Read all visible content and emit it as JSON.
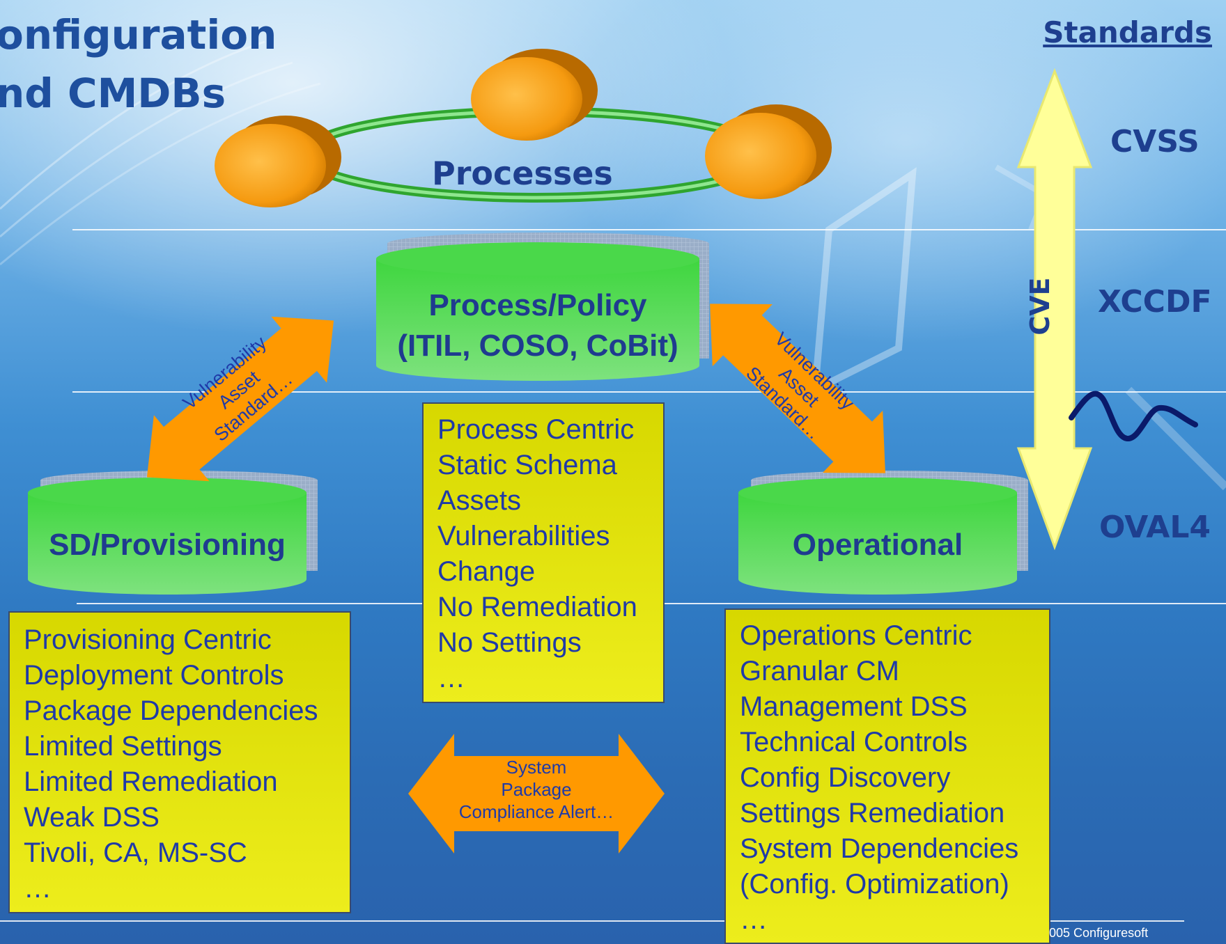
{
  "title": {
    "line1": "onfiguration",
    "line2": "nd CMDBs"
  },
  "layers": {
    "processes": "Processes"
  },
  "standards": {
    "heading": "Standards",
    "items": [
      "CVSS",
      "XCCDF",
      "OVAL4"
    ],
    "axis_label": "CVE"
  },
  "repositories": {
    "policy": {
      "line1": "Process/Policy",
      "line2": "(ITIL, COSO, CoBit)"
    },
    "provisioning": "SD/Provisioning",
    "operational": "Operational"
  },
  "links": {
    "left": [
      "Vulnerability",
      "Asset",
      "Standard…"
    ],
    "right": [
      "Vulnerability",
      "Asset",
      "Standard…"
    ],
    "bottom": [
      "System",
      "Package",
      "Compliance Alert…"
    ]
  },
  "lists": {
    "policy": [
      "Process Centric",
      "Static Schema",
      "Assets",
      "Vulnerabilities",
      "Change",
      "No Remediation",
      "No Settings",
      "…"
    ],
    "provisioning": [
      "Provisioning Centric",
      "Deployment Controls",
      "Package Dependencies",
      "Limited Settings",
      "Limited Remediation",
      "Weak DSS",
      "Tivoli, CA, MS-SC",
      "…"
    ],
    "operational": [
      "Operations Centric",
      "Granular CM",
      "Management DSS",
      "Technical Controls",
      "Config Discovery",
      "Settings Remediation",
      "System Dependencies",
      "(Config. Optimization)",
      "…"
    ]
  },
  "footer": "005 Configuresoft",
  "colors": {
    "title": "#1e4f9e",
    "sphere": "#f5a623",
    "cylinder": "#5ad25a",
    "arrow": "#ff9900",
    "list_box": "#e6e60a",
    "standards_arrow": "#ffff99"
  }
}
